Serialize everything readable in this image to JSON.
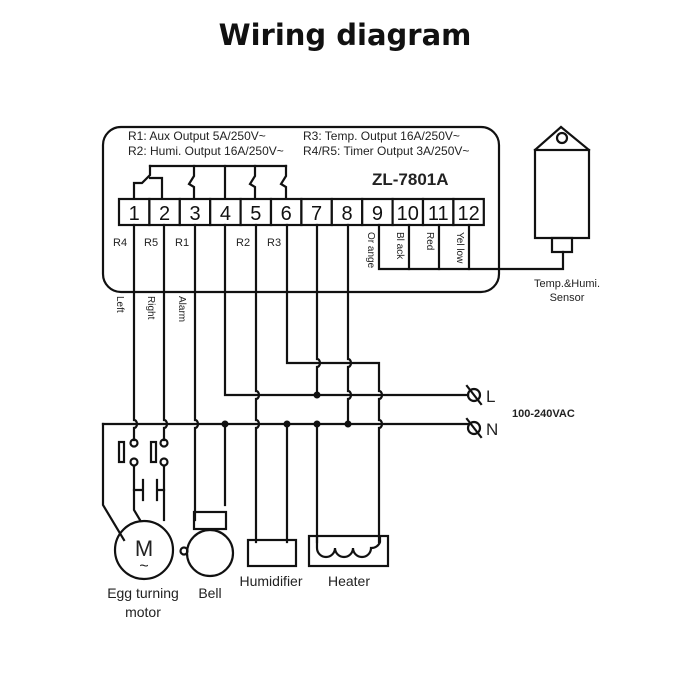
{
  "title": "Wiring diagram",
  "controller": {
    "model": "ZL-7801A",
    "specs": [
      "R1: Aux  Output 5A/250V~",
      "R3: Temp. Output 16A/250V~",
      "R2: Humi.  Output 16A/250V~",
      "R4/R5: Timer  Output 3A/250V~"
    ],
    "terminals": [
      "1",
      "2",
      "3",
      "4",
      "5",
      "6",
      "7",
      "8",
      "9",
      "10",
      "11",
      "12"
    ],
    "relay_labels": [
      "R4",
      "R5",
      "R1",
      "R2",
      "R3"
    ],
    "sensor_wire_colors": [
      "Orange",
      "Black",
      "Red",
      "Yellow"
    ],
    "sensor_wire_color_labels": [
      "Or ange",
      "Bl ack",
      "Red",
      "Yel low"
    ]
  },
  "sensor": {
    "label_line1": "Temp.&Humi.",
    "label_line2": "Sensor"
  },
  "wire_labels": [
    "Left",
    "Right",
    "Alarm"
  ],
  "power": {
    "line": "L",
    "neutral": "N",
    "voltage": "100-240VAC"
  },
  "loads": {
    "motor_symbol": "M",
    "motor_wave": "~",
    "motor_label_line1": "Egg turning",
    "motor_label_line2": "motor",
    "bell": "Bell",
    "humidifier": "Humidifier",
    "heater": "Heater"
  }
}
